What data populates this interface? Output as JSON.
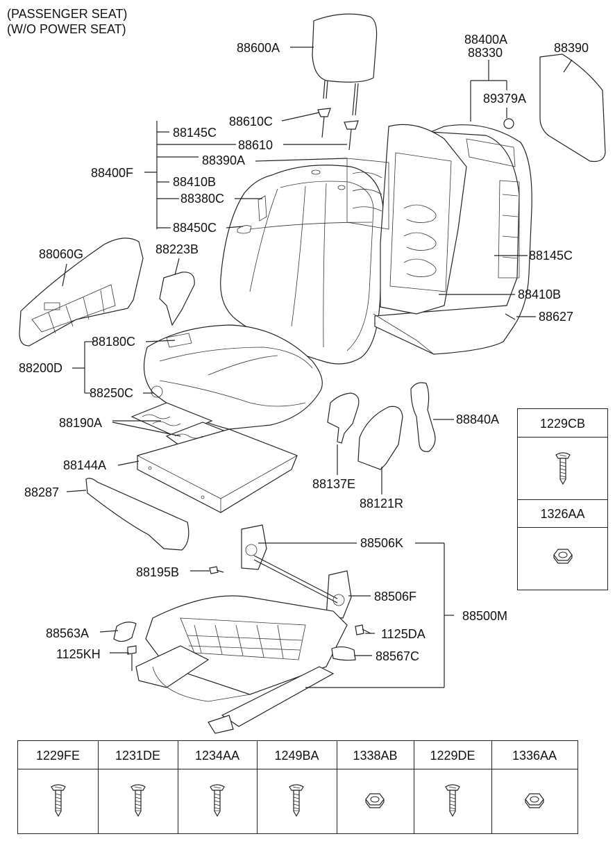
{
  "header": {
    "line1": "(PASSENGER SEAT)",
    "line2": "(W/O POWER SEAT)"
  },
  "labels": {
    "l88600A": "88600A",
    "l88400A": "88400A",
    "l88330": "88330",
    "l88390": "88390",
    "l89379A": "89379A",
    "l88610C": "88610C",
    "l88145C_a": "88145C",
    "l88610": "88610",
    "l88390A": "88390A",
    "l88400F": "88400F",
    "l88410B_a": "88410B",
    "l88380C": "88380C",
    "l88450C": "88450C",
    "l88060G": "88060G",
    "l88223B": "88223B",
    "l88145C_b": "88145C",
    "l88410B_b": "88410B",
    "l88627": "88627",
    "l88180C": "88180C",
    "l88200D": "88200D",
    "l88250C": "88250C",
    "l88190A": "88190A",
    "l88840A": "88840A",
    "l88144A": "88144A",
    "l88137E": "88137E",
    "l88121R": "88121R",
    "l88287": "88287",
    "l88506K": "88506K",
    "l88195B": "88195B",
    "l88506F": "88506F",
    "l88500M": "88500M",
    "l88563A": "88563A",
    "l1125DA": "1125DA",
    "l1125KH": "1125KH",
    "l88567C": "88567C"
  },
  "side_table": [
    {
      "code": "1229CB",
      "icon": "screw-icon"
    },
    {
      "code": "1326AA",
      "icon": "nut-icon"
    }
  ],
  "bottom_table": [
    {
      "code": "1229FE",
      "icon": "screw-icon"
    },
    {
      "code": "1231DE",
      "icon": "screw-icon"
    },
    {
      "code": "1234AA",
      "icon": "screw-icon"
    },
    {
      "code": "1249BA",
      "icon": "screw-icon"
    },
    {
      "code": "1338AB",
      "icon": "nut-icon"
    },
    {
      "code": "1229DE",
      "icon": "screw-icon"
    },
    {
      "code": "1336AA",
      "icon": "nut-icon"
    }
  ]
}
